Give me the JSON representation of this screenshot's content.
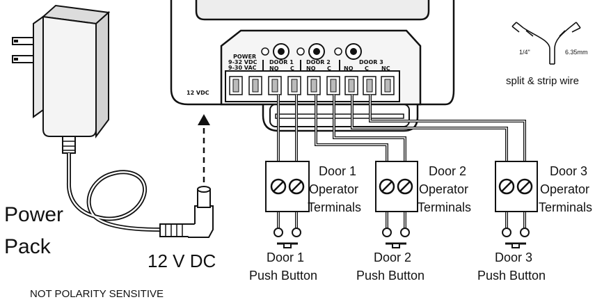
{
  "power_pack": {
    "line1": "Power",
    "line2": "Pack"
  },
  "dc_label": "12 V DC",
  "note": "NOT POLARITY SENSITIVE",
  "controller": {
    "jack_label": "12 VDC",
    "power_label_1": "POWER",
    "power_label_2": "9-32 VDC",
    "power_label_3": "9-30 VAC",
    "doors": [
      {
        "name": "DOOR 1",
        "pins": [
          "NO",
          "C"
        ]
      },
      {
        "name": "DOOR 2",
        "pins": [
          "NO",
          "C"
        ]
      },
      {
        "name": "DOOR 3",
        "pins": [
          "NO",
          "C",
          "NC"
        ]
      }
    ]
  },
  "wire_hint": {
    "caption": "split & strip wire",
    "len_in": "1/4\"",
    "len_mm": "6.35mm"
  },
  "operators": [
    {
      "title": "Door 1",
      "line2": "Operator",
      "line3": "Terminals"
    },
    {
      "title": "Door 2",
      "line2": "Operator",
      "line3": "Terminals"
    },
    {
      "title": "Door 3",
      "line2": "Operator",
      "line3": "Terminals"
    }
  ],
  "buttons": [
    {
      "title": "Door 1",
      "line2": "Push Button"
    },
    {
      "title": "Door 2",
      "line2": "Push Button"
    },
    {
      "title": "Door 3",
      "line2": "Push Button"
    }
  ]
}
